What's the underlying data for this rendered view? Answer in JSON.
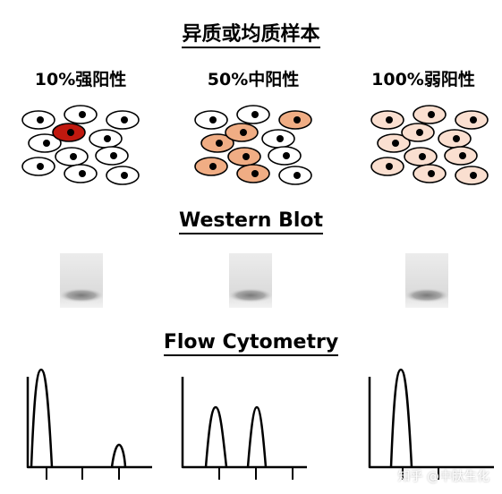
{
  "title": "异质或均质样本",
  "groups": [
    {
      "label": "10%强阳性"
    },
    {
      "label": "50%中阳性"
    },
    {
      "label": "100%弱阳性"
    }
  ],
  "sections": {
    "western_blot": "Western Blot",
    "flow_cytometry": "Flow Cytometry"
  },
  "colors": {
    "unstained": "#ffffff",
    "strong_positive": "#c0190f",
    "medium_positive": "#f0ad84",
    "weak_positive": "#fadfd0",
    "nucleus": "#000000"
  },
  "cell_sets": [
    {
      "group": "10%强阳性",
      "stains": [
        "none",
        "none",
        "none",
        "none",
        "strong",
        "none",
        "none",
        "none",
        "none",
        "none",
        "none"
      ]
    },
    {
      "group": "50%中阳性",
      "stains": [
        "none",
        "none",
        "medium",
        "medium",
        "medium",
        "none",
        "medium",
        "medium",
        "none",
        "medium",
        "none"
      ]
    },
    {
      "group": "100%弱阳性",
      "stains": [
        "weak",
        "weak",
        "weak",
        "weak",
        "weak",
        "weak",
        "weak",
        "weak",
        "weak",
        "weak",
        "weak"
      ]
    }
  ],
  "icons": [
    "cell-icon",
    "western-blot-band-icon",
    "flow-histogram-icon"
  ],
  "watermark": "知乎 @中肽生化"
}
